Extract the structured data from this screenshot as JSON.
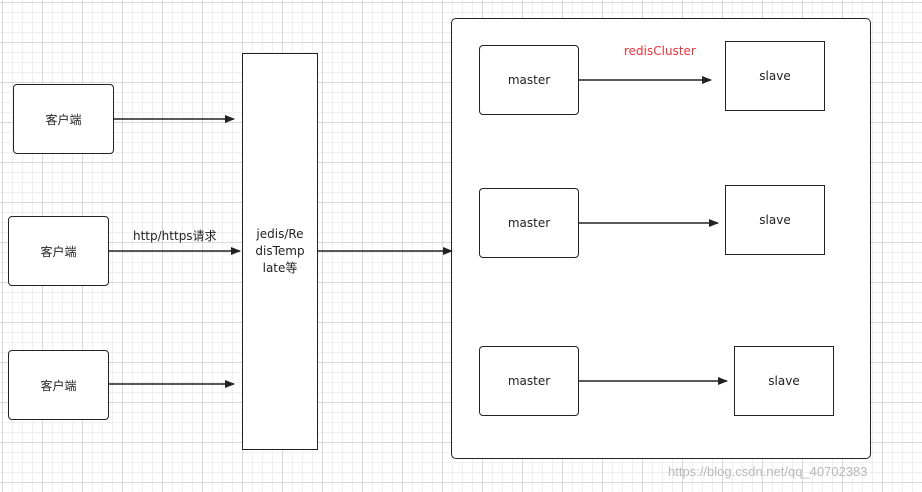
{
  "diagram": {
    "clients": [
      {
        "label": "客户端"
      },
      {
        "label": "客户端"
      },
      {
        "label": "客户端"
      }
    ],
    "request_label": "http/https请求",
    "middleware": {
      "line1": "jedis/Re",
      "line2": "disTemp",
      "line3": "late等"
    },
    "cluster": {
      "title": "redisCluster",
      "title_color": "#e8333b",
      "pairs": [
        {
          "master": "master",
          "slave": "slave"
        },
        {
          "master": "master",
          "slave": "slave"
        },
        {
          "master": "master",
          "slave": "slave"
        }
      ]
    },
    "watermark": "https://blog.csdn.net/qq_40702383"
  }
}
